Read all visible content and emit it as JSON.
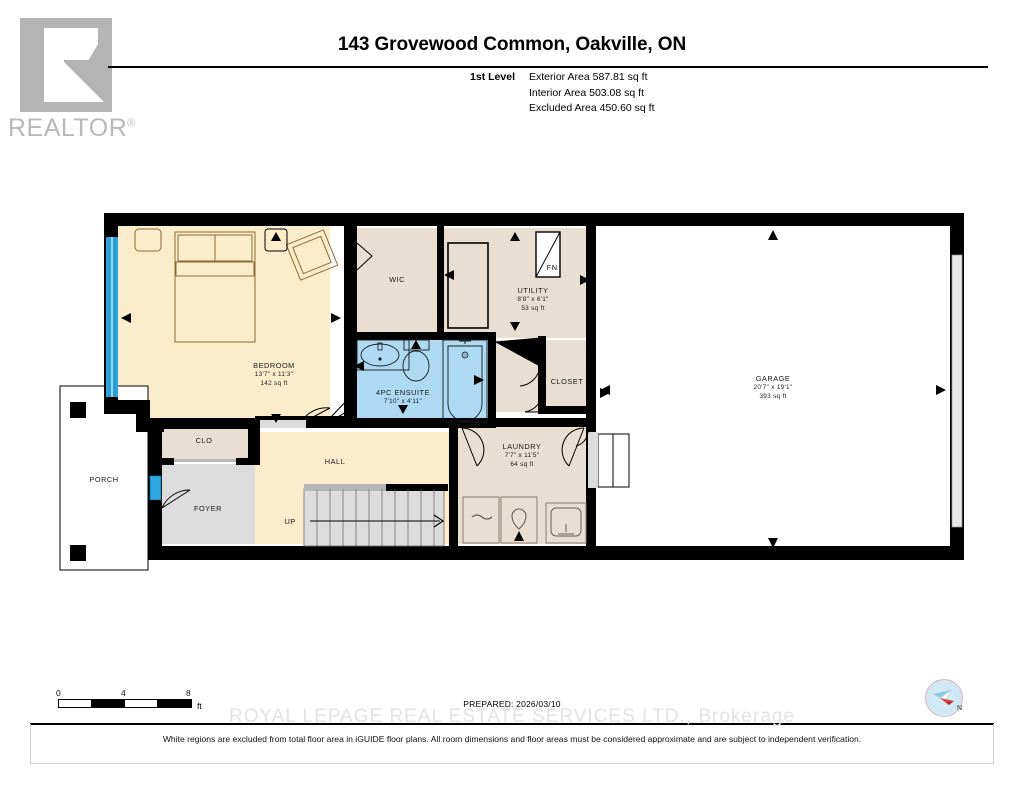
{
  "logo": {
    "wordmark": "REALTOR",
    "registered": "®",
    "icon": "realtor-r-logo"
  },
  "header": {
    "title": "143 Grovewood Common, Oakville, ON",
    "level_label": "1st Level",
    "area_lines": [
      "Exterior Area 587.81 sq ft",
      "Interior Area 503.08 sq ft",
      "Excluded Area 450.60 sq ft"
    ]
  },
  "floorplan": {
    "rooms": [
      {
        "name": "BEDROOM",
        "dim": "13'7\" x 11'3\"",
        "area": "142 sq ft"
      },
      {
        "name": "WIC",
        "dim": "",
        "area": ""
      },
      {
        "name": "UTILITY",
        "dim": "8'8\" x 6'1\"",
        "area": "53 sq ft"
      },
      {
        "name": "4PC ENSUITE",
        "dim": "7'10\" x 4'11\"",
        "area": ""
      },
      {
        "name": "CLOSET",
        "dim": "",
        "area": ""
      },
      {
        "name": "LAUNDRY",
        "dim": "7'7\" x 11'5\"",
        "area": "64 sq ft"
      },
      {
        "name": "GARAGE",
        "dim": "20'7\" x 19'1\"",
        "area": "393 sq ft"
      },
      {
        "name": "CLO",
        "dim": "",
        "area": ""
      },
      {
        "name": "FOYER",
        "dim": "",
        "area": ""
      },
      {
        "name": "HALL",
        "dim": "",
        "area": ""
      },
      {
        "name": "PORCH",
        "dim": "",
        "area": ""
      }
    ],
    "annotations": {
      "stairs_direction": "UP",
      "furnace": "FN"
    },
    "colors": {
      "wall": "#000000",
      "living_fill": "#fbeccc",
      "service_fill": "#e8ded1",
      "bath_fill": "#aed9f2",
      "neutral_fill": "#dcdcdc",
      "window": "#2ea7e0",
      "excluded": "#ffffff"
    }
  },
  "scale": {
    "ticks": [
      "0",
      "4",
      "8"
    ],
    "unit": "ft"
  },
  "prepared": "PREPARED: 2026/03/10",
  "compass": {
    "label": "N",
    "icon": "compass-rose-icon"
  },
  "watermark": "ROYAL LEPAGE REAL ESTATE SERVICES LTD., Brokerage",
  "disclaimer": "White regions are excluded from total floor area in iGUIDE floor plans. All room dimensions and floor areas must be considered approximate and are subject to independent verification."
}
